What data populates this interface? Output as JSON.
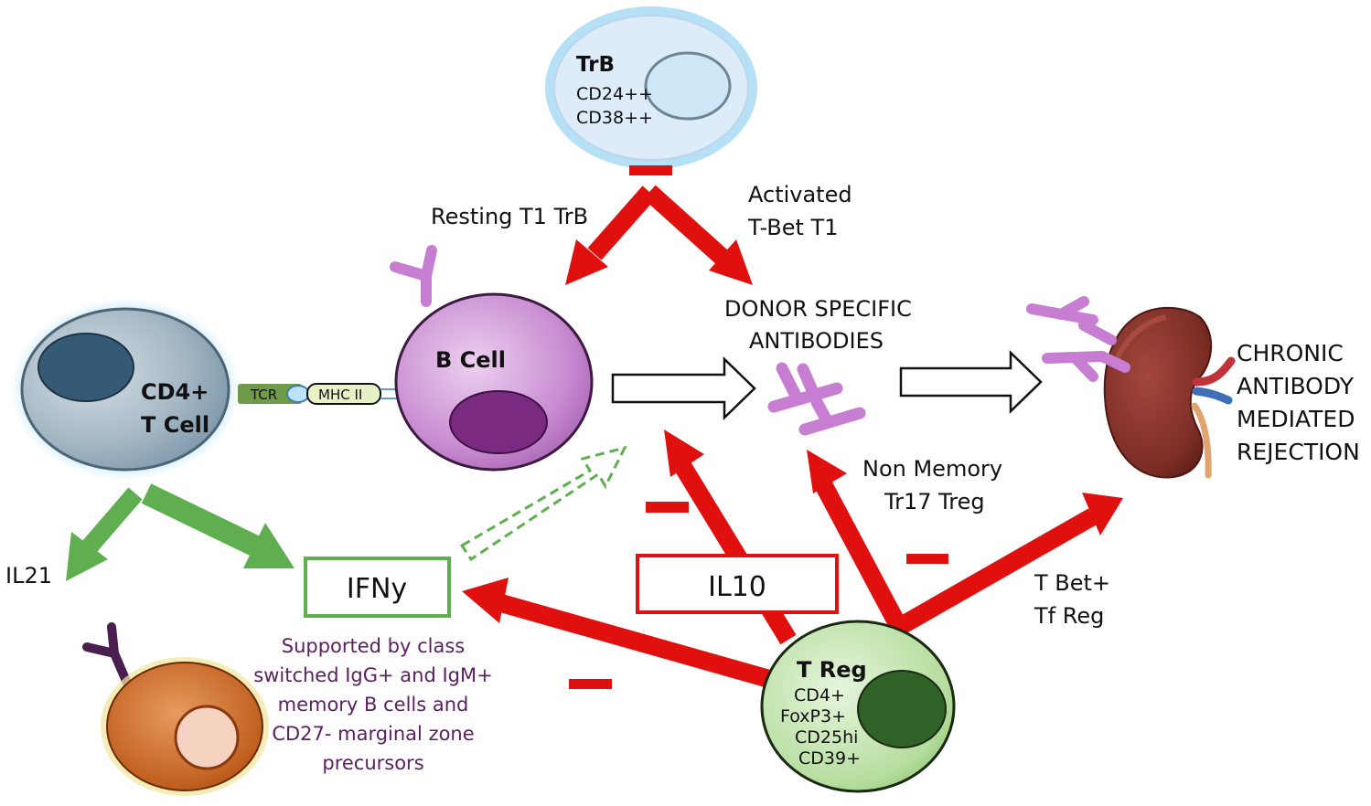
{
  "trb": {
    "title": "TrB",
    "markers": [
      "CD24++",
      "CD38++"
    ]
  },
  "cd4": {
    "line1": "CD4+",
    "line2": "T Cell"
  },
  "synapse": {
    "tcr": "TCR",
    "mhc": "MHC II"
  },
  "bcell": {
    "title": "B Cell"
  },
  "labels": {
    "resting": "Resting T1 TrB",
    "activated_1": "Activated",
    "activated_2": "T-Bet T1",
    "dsa_1": "DONOR SPECIFIC",
    "dsa_2": "ANTIBODIES",
    "rejection": [
      "CHRONIC",
      "ANTIBODY",
      "MEDIATED",
      "REJECTION"
    ],
    "non_memory_1": "Non Memory",
    "non_memory_2": "Tr17 Treg",
    "tbet_1": "T Bet+",
    "tbet_2": "Tf Reg",
    "il21": "IL21"
  },
  "ifny": {
    "label": "IFNy"
  },
  "il10": {
    "label": "IL10"
  },
  "support_text": [
    "Supported by class",
    "switched IgG+ and IgM+",
    "memory B cells and",
    "CD27- marginal zone",
    "precursors"
  ],
  "treg": {
    "title": "T Reg",
    "markers": [
      "CD4+",
      "FoxP3+",
      "CD25hi",
      "CD39+"
    ]
  },
  "colors": {
    "red": "#e0100f",
    "green": "#5fae4f",
    "purple_antibody": "#c77dd1",
    "tcell": "#9fb6c6",
    "bcell": "#c98fd2",
    "treg": "#b9e2a5",
    "trb": "#dcecf8",
    "memory_b": "#c46a2c",
    "kidney": "#7e3028"
  }
}
